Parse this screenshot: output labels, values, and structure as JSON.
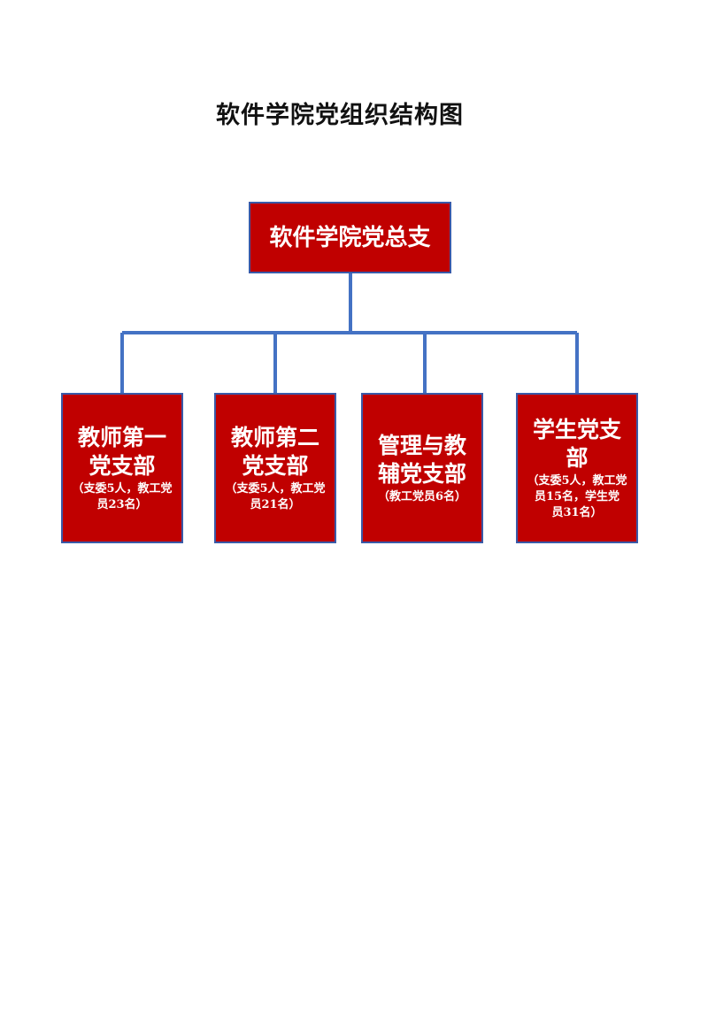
{
  "title": "软件学院党组织结构图",
  "colors": {
    "node_fill": "#c00000",
    "node_border": "#3a5aa8",
    "connector": "#4472c4",
    "text": "#ffffff"
  },
  "root": {
    "label": "软件学院党总支"
  },
  "branches": [
    {
      "label_line1": "教师第一",
      "label_line2": "党支部",
      "note_line1": "（支委5人，教工党",
      "note_line2": "员23名）"
    },
    {
      "label_line1": "教师第二",
      "label_line2": "党支部",
      "note_line1": "（支委5人，教工党",
      "note_line2": "员21名）"
    },
    {
      "label_line1": "管理与教",
      "label_line2": "辅党支部",
      "note_line1": "（教工党员6名）",
      "note_line2": ""
    },
    {
      "label_line1": "学生党支",
      "label_line2": "部",
      "note_line1": "（支委5人，教工党",
      "note_line2": "员15名，学生党",
      "note_line3": "员31名）"
    }
  ]
}
